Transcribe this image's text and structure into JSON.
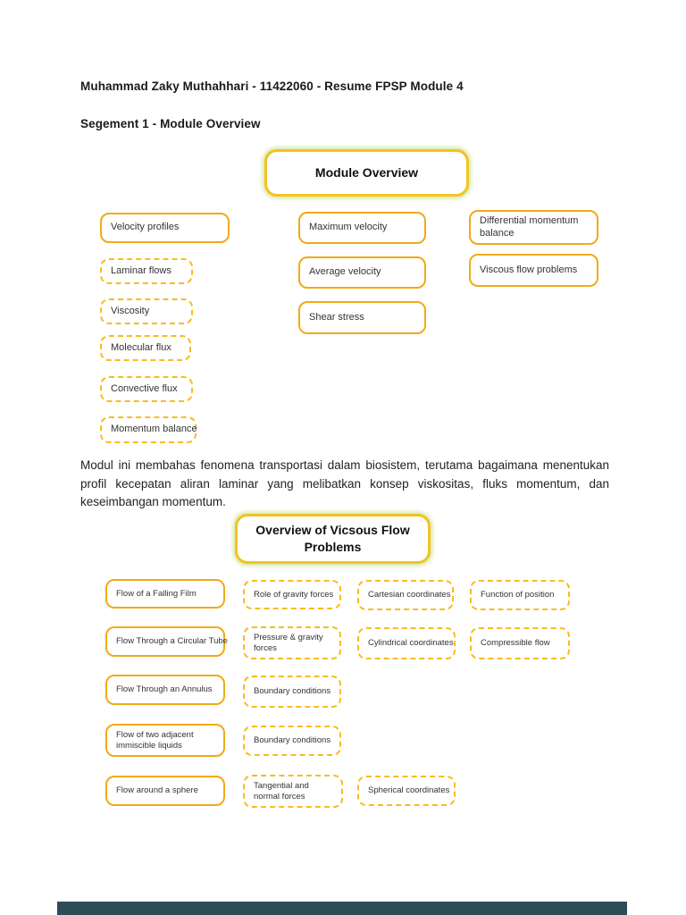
{
  "header": {
    "title": "Muhammad Zaky Muthahhari - 11422060 - Resume FPSP Module 4",
    "section": "Segement 1 - Module Overview"
  },
  "paragraph": "Modul ini membahas fenomena transportasi dalam biosistem, terutama bagaimana menentukan profil kecepatan aliran laminar yang melibatkan konsep viskositas, fluks momentum, dan keseimbangan momentum.",
  "colors": {
    "solid_node_border": "#f2a918",
    "dashed_node_border": "#f9bb20",
    "root_node_border": "#f4c221",
    "root_node_glow": "#d9e9ad",
    "footer_bar": "#2e4c57",
    "text": "#1a1a1a"
  },
  "diagram1": {
    "root": "Module Overview",
    "col1": [
      "Velocity profiles",
      "Laminar flows",
      "Viscosity",
      "Molecular flux",
      "Convective flux",
      "Momentum balance"
    ],
    "col2": [
      "Maximum velocity",
      "Average velocity",
      "Shear stress"
    ],
    "col3": [
      "Differential momentum balance",
      "Viscous flow problems"
    ]
  },
  "diagram2": {
    "root": "Overview of Vicsous Flow Problems",
    "col1": [
      "Flow of a Falling Film",
      "Flow Through a Circular Tube",
      "Flow Through an Annulus",
      "Flow of two adjacent immiscible liquids",
      "Flow around a sphere"
    ],
    "col2": [
      "Role of gravity forces",
      "Pressure & gravity forces",
      "Boundary conditions",
      "Boundary conditions",
      "Tangential and normal forces"
    ],
    "col3": [
      "Cartesian coordinates",
      "Cylindrical coordinates",
      "Spherical coordinates"
    ],
    "col4": [
      "Function of position",
      "Compressible flow"
    ]
  }
}
